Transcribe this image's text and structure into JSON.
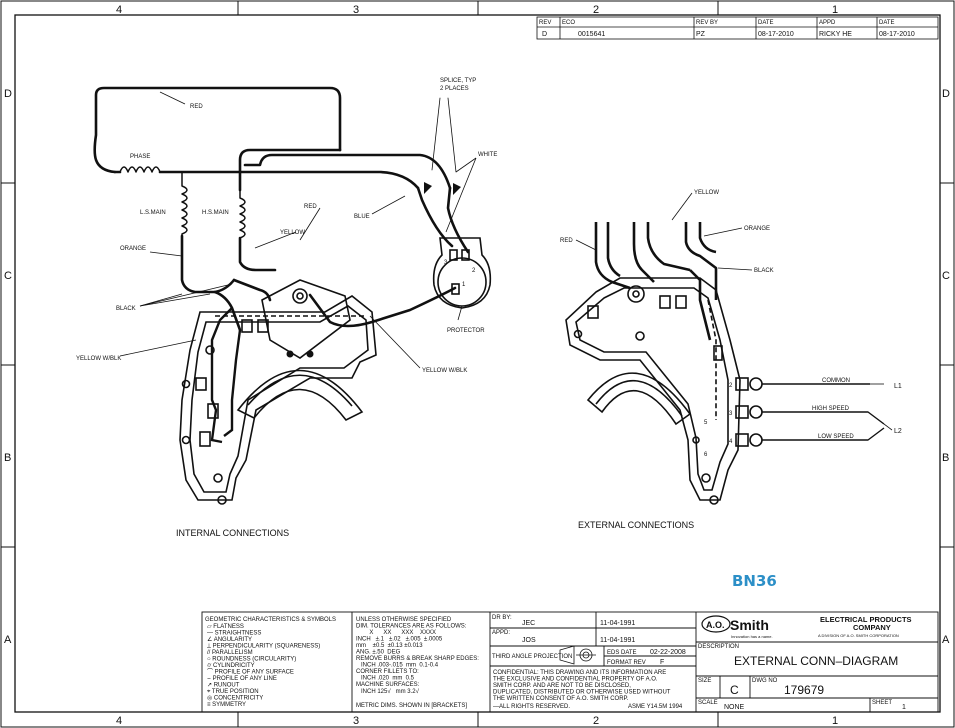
{
  "border": {
    "columns": [
      "4",
      "3",
      "2",
      "1"
    ],
    "rows": [
      "D",
      "C",
      "B",
      "A"
    ]
  },
  "revision_block": {
    "headers": [
      "REV",
      "ECO",
      "REV BY",
      "DATE",
      "APPD",
      "DATE"
    ],
    "row": [
      "D",
      "0015641",
      "PZ",
      "08-17-2010",
      "RICKY HE",
      "08-17-2010"
    ]
  },
  "labels": {
    "red_top": "RED",
    "splice_line1": "SPLICE, TYP",
    "splice_line2": "2 PLACES",
    "white": "WHITE",
    "phase": "PHASE",
    "ls_main": "L.S.MAIN",
    "hs_main": "H.S.MAIN",
    "red_mid": "RED",
    "yellow_mid": "YELLOW",
    "blue": "BLUE",
    "orange_left": "ORANGE",
    "black_left": "BLACK",
    "yellow_wblk_left": "YELLOW W/BLK",
    "yellow_wblk_right": "YELLOW W/BLK",
    "protector": "PROTECTOR",
    "term_1": "1",
    "term_2": "2",
    "term_3": "3",
    "internal_connections": "INTERNAL  CONNECTIONS",
    "yellow_ext": "YELLOW",
    "orange_ext": "ORANGE",
    "red_ext": "RED",
    "black_ext": "BLACK",
    "common": "COMMON",
    "high_speed": "HIGH SPEED",
    "low_speed": "LOW SPEED",
    "l1": "L1",
    "l2": "L2",
    "ext_term_2": "2",
    "ext_term_3": "3",
    "ext_term_4": "4",
    "ext_term_5": "5",
    "ext_term_6": "6",
    "external_connections": "EXTERNAL  CONNECTIONS",
    "bn36": "BN36"
  },
  "title_block": {
    "gdt_title": "GEOMETRIC CHARACTERISTICS & SYMBOLS",
    "gdt_items": [
      "▱ FLATNESS",
      "— STRAIGHTNESS",
      "∠ ANGULARITY",
      "⟂ PERPENDICULARITY (SQUARENESS)",
      "// PARALLELISM",
      "○ ROUNDNESS (CIRCULARITY)",
      "⌭ CYLINDRICITY",
      "⌒ PROFILE OF ANY SURFACE",
      "⌢ PROFILE OF ANY LINE",
      "↗ RUNOUT",
      "⌖ TRUE POSITION",
      "◎ CONCENTRICITY",
      "≡ SYMMETRY"
    ],
    "tol_lines": [
      "UNLESS OTHERWISE SPECIFIED",
      "DIM. TOLERANCES ARE AS FOLLOWS:",
      "        X      XX      XXX    XXXX",
      "INCH   ±.1   ±.02   ±.005  ±.0005",
      "mm    ±0.5  ±0.13 ±0.013",
      "ANG. ±.50  DEG",
      "REMOVE BURRS & BREAK SHARP EDGES:",
      "   INCH .003-.015  mm  0.1-0.4",
      "CORNER FILLETS TO:",
      "   INCH .020  mm  0.5",
      "MACHINE SURFACES:",
      "   INCH 125√   mm 3.2√",
      "METRIC DIMS. SHOWN IN [BRACKETS]"
    ],
    "dr_by_label": "DR BY:",
    "dr_by": "JEC",
    "dr_date": "11-04-1991",
    "appd_label": "APPD:",
    "appd": "JOS",
    "appd_date": "11-04-1991",
    "projection": "THIRD ANGLE PROJECTION",
    "eds_date_label": "EDS DATE",
    "eds_date": "02-22-2008",
    "format_rev_label": "FORMAT REV",
    "format_rev": "F",
    "confidential": [
      "CONFIDENTIAL: THIS DRAWING AND ITS INFORMATION ARE",
      "THE EXCLUSIVE AND CONFIDENTIAL PROPERTY OF A.O.",
      "SMITH CORP. AND ARE NOT TO BE DISCLOSED,",
      "DUPLICATED, DISTRIBUTED OR OTHERWISE USED WITHOUT",
      "THE WRITTEN CONSENT OF A.O. SMITH CORP."
    ],
    "rights": "—ALL RIGHTS RESERVED.",
    "asme": "ASME Y14.5M  1994",
    "logo_ao": "A.O.",
    "logo_smith": "Smith",
    "logo_tagline": "Innovation has a name.",
    "company_line1": "ELECTRICAL PRODUCTS",
    "company_line2": "COMPANY",
    "company_sub": "A DIVISION OF A.O. SMITH CORPORATION",
    "description_label": "DESCRIPTION",
    "description": "EXTERNAL  CONN–DIAGRAM",
    "size_label": "SIZE",
    "size": "C",
    "dwg_no_label": "DWG NO",
    "dwg_no": "179679",
    "scale_label": "SCALE",
    "scale": "NONE",
    "sheet_label": "SHEET",
    "sheet": "1"
  }
}
